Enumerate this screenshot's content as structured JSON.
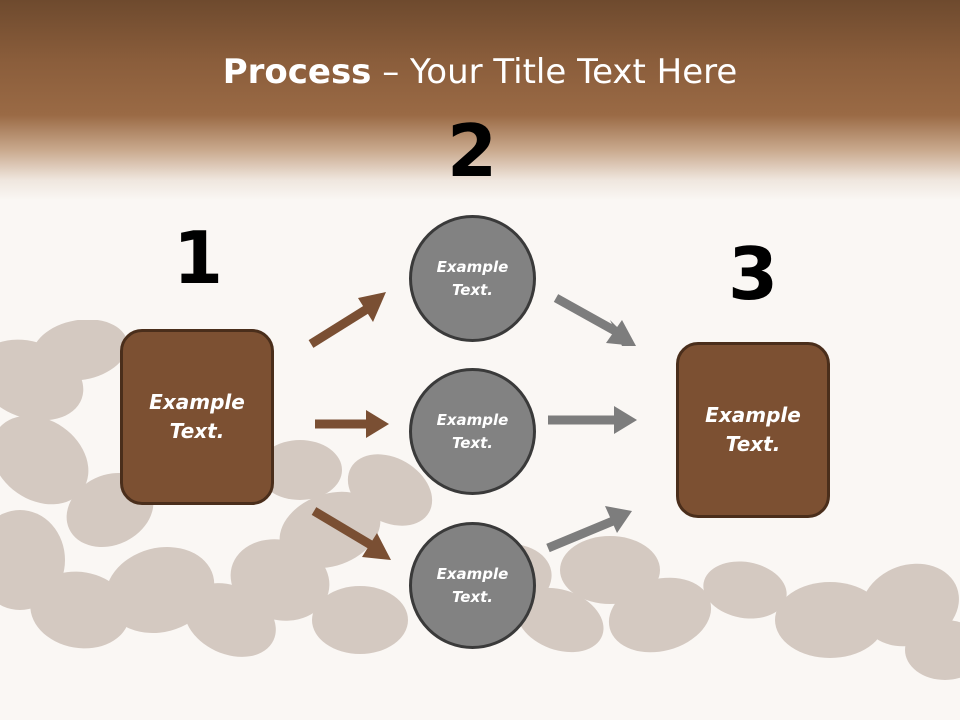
{
  "title": {
    "bold": "Process",
    "rest": " – Your Title Text Here"
  },
  "steps": {
    "one": "1",
    "two": "2",
    "three": "3"
  },
  "box_left": {
    "text": "Example Text."
  },
  "box_right": {
    "text": "Example Text."
  },
  "circles": [
    {
      "text": "Example Text."
    },
    {
      "text": "Example Text."
    },
    {
      "text": "Example Text."
    }
  ],
  "colors": {
    "brown": "#7c5032",
    "gray": "#828282",
    "arrow_brown": "#7a4f33",
    "arrow_gray": "#7d7d7d"
  }
}
